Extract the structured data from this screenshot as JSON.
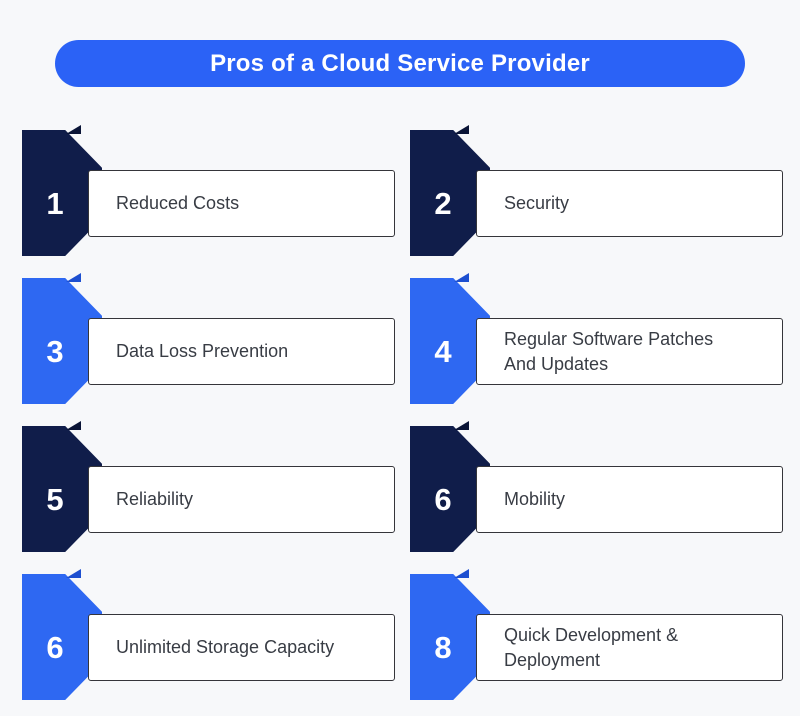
{
  "banner": {
    "title": "Pros of a Cloud Service Provider",
    "color": "#2b62f6"
  },
  "colors": {
    "navy": "#101d4a",
    "blue": "#2e68f2",
    "background": "#f7f8fa"
  },
  "items": [
    {
      "number": "1",
      "label": "Reduced Costs",
      "variant": "navy"
    },
    {
      "number": "2",
      "label": "Security",
      "variant": "navy"
    },
    {
      "number": "3",
      "label": "Data Loss Prevention",
      "variant": "blue"
    },
    {
      "number": "4",
      "label": "Regular Software Patches\nAnd Updates",
      "variant": "blue"
    },
    {
      "number": "5",
      "label": "Reliability",
      "variant": "navy"
    },
    {
      "number": "6",
      "label": "Mobility",
      "variant": "navy"
    },
    {
      "number": "6",
      "label": "Unlimited Storage Capacity",
      "variant": "blue"
    },
    {
      "number": "8",
      "label": "Quick Development &\nDeployment",
      "variant": "blue"
    }
  ]
}
